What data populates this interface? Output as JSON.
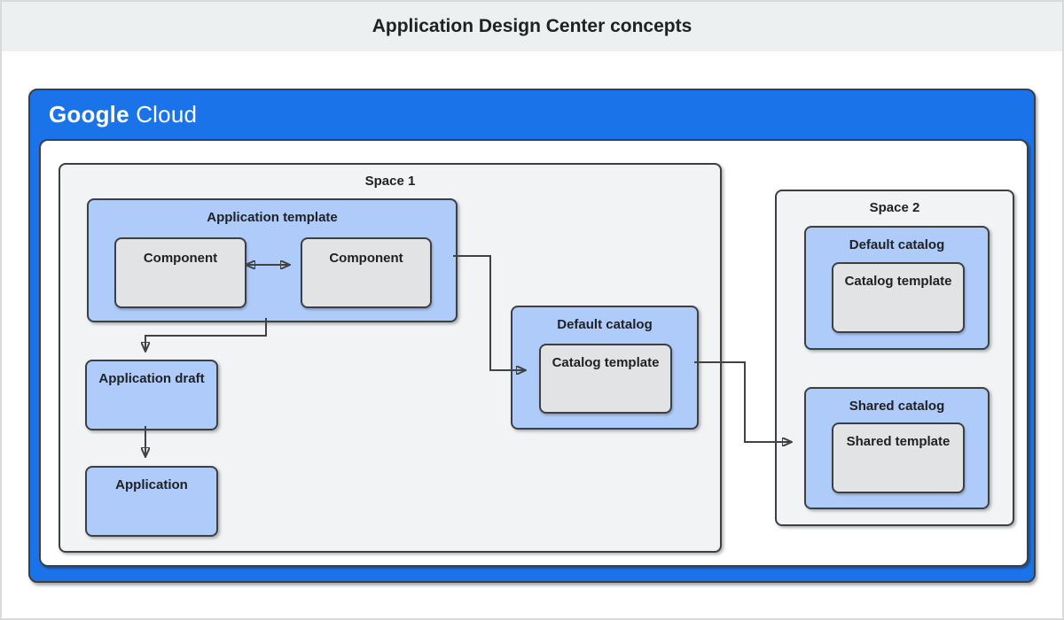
{
  "header": {
    "title": "Application Design Center concepts"
  },
  "logo": {
    "google": "Google",
    "cloud": "Cloud"
  },
  "space1": {
    "label": "Space 1",
    "application_template": {
      "label": "Application template",
      "components": [
        "Component",
        "Component"
      ]
    },
    "application_draft": {
      "label": "Application draft"
    },
    "application": {
      "label": "Application"
    },
    "default_catalog": {
      "label": "Default catalog",
      "catalog_template": {
        "label": "Catalog template"
      }
    }
  },
  "space2": {
    "label": "Space 2",
    "default_catalog": {
      "label": "Default catalog",
      "catalog_template": {
        "label": "Catalog template"
      }
    },
    "shared_catalog": {
      "label": "Shared catalog",
      "shared_template": {
        "label": "Shared template"
      }
    }
  },
  "connections": [
    {
      "from": "component-1",
      "to": "component-2",
      "type": "bidirectional-arrow"
    },
    {
      "from": "application-template",
      "to": "application-draft",
      "type": "arrow"
    },
    {
      "from": "application-draft",
      "to": "application",
      "type": "arrow"
    },
    {
      "from": "application-template",
      "to": "space1-default-catalog",
      "type": "arrow"
    },
    {
      "from": "space1-default-catalog",
      "to": "space2-shared-catalog",
      "type": "arrow"
    }
  ],
  "colors": {
    "header_bg": "#ecf0f1",
    "google_blue": "#1a73e8",
    "light_blue_box": "#aecbfa",
    "gray_box": "#e1e3e4",
    "space_bg": "#f1f3f4",
    "border_dark": "#3c4043",
    "text": "#202124",
    "page_border": "#d8dadc"
  }
}
